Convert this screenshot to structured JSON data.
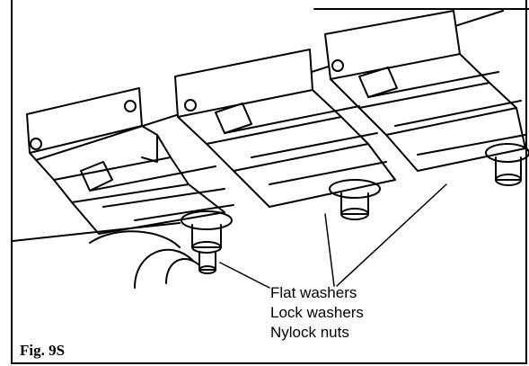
{
  "figure": {
    "caption": "Fig. 9S",
    "callouts": [
      "Flat washers",
      "Lock washers",
      "Nylock nuts"
    ]
  },
  "colors": {
    "line": "#000000",
    "background": "#ffffff"
  }
}
